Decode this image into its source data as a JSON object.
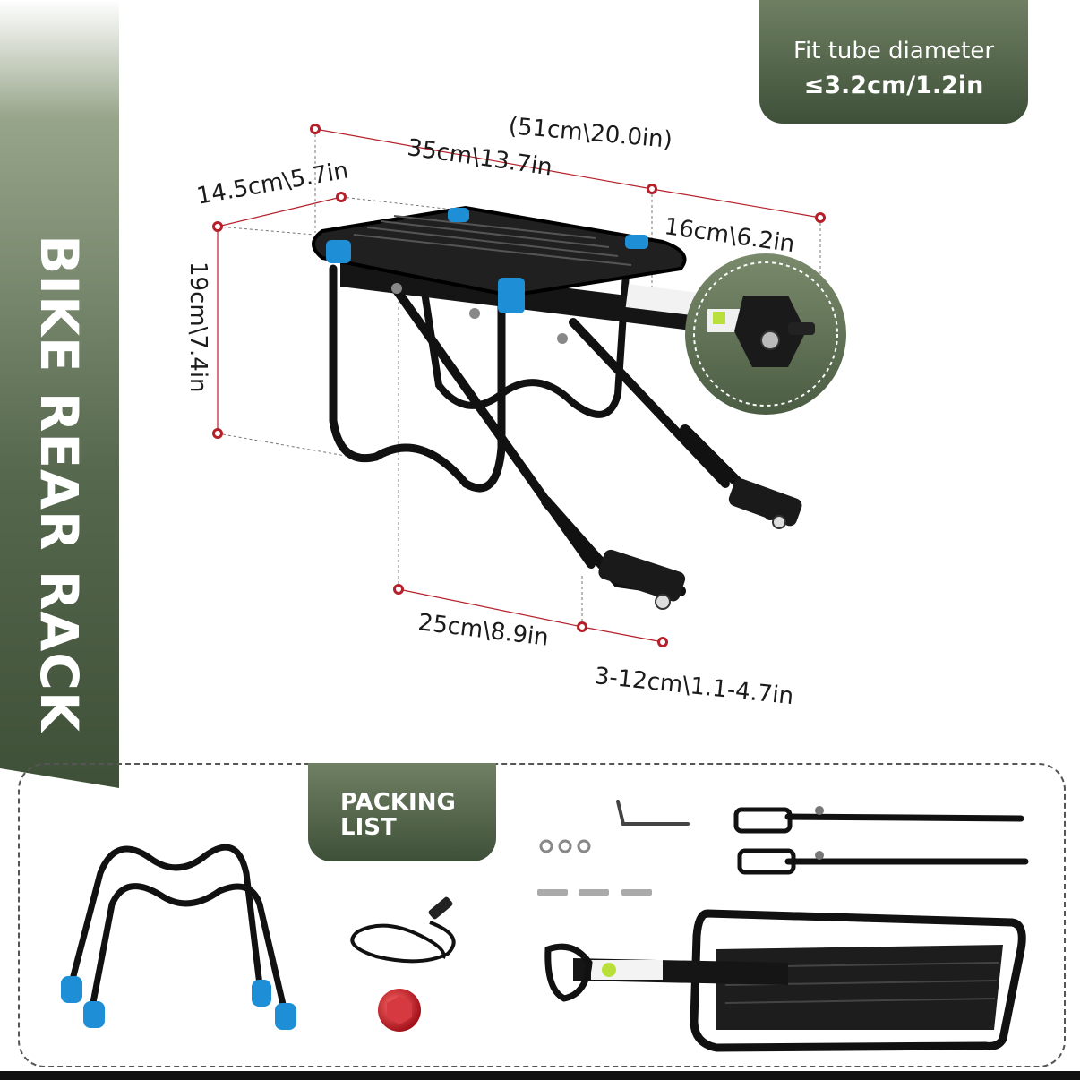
{
  "title": "BIKE REAR RACK",
  "fit_info": {
    "line1": "Fit tube diameter",
    "line2": "≤3.2cm/1.2in"
  },
  "dimensions": {
    "total_length": "(51cm\\20.0in)",
    "platform_length": "35cm\\13.7in",
    "platform_width": "14.5cm\\5.7in",
    "extension": "16cm\\6.2in",
    "height": "19cm\\7.4in",
    "strut_length": "25cm\\8.9in",
    "strut_adjust": "3-12cm\\1.1-4.7in"
  },
  "packing": {
    "title_line1": "PACKING",
    "title_line2": "LIST"
  },
  "colors": {
    "band_green": "#4b5d44",
    "dim_red": "#b5202a",
    "cap_blue": "#1e8fd6",
    "frame_black": "#111111"
  }
}
